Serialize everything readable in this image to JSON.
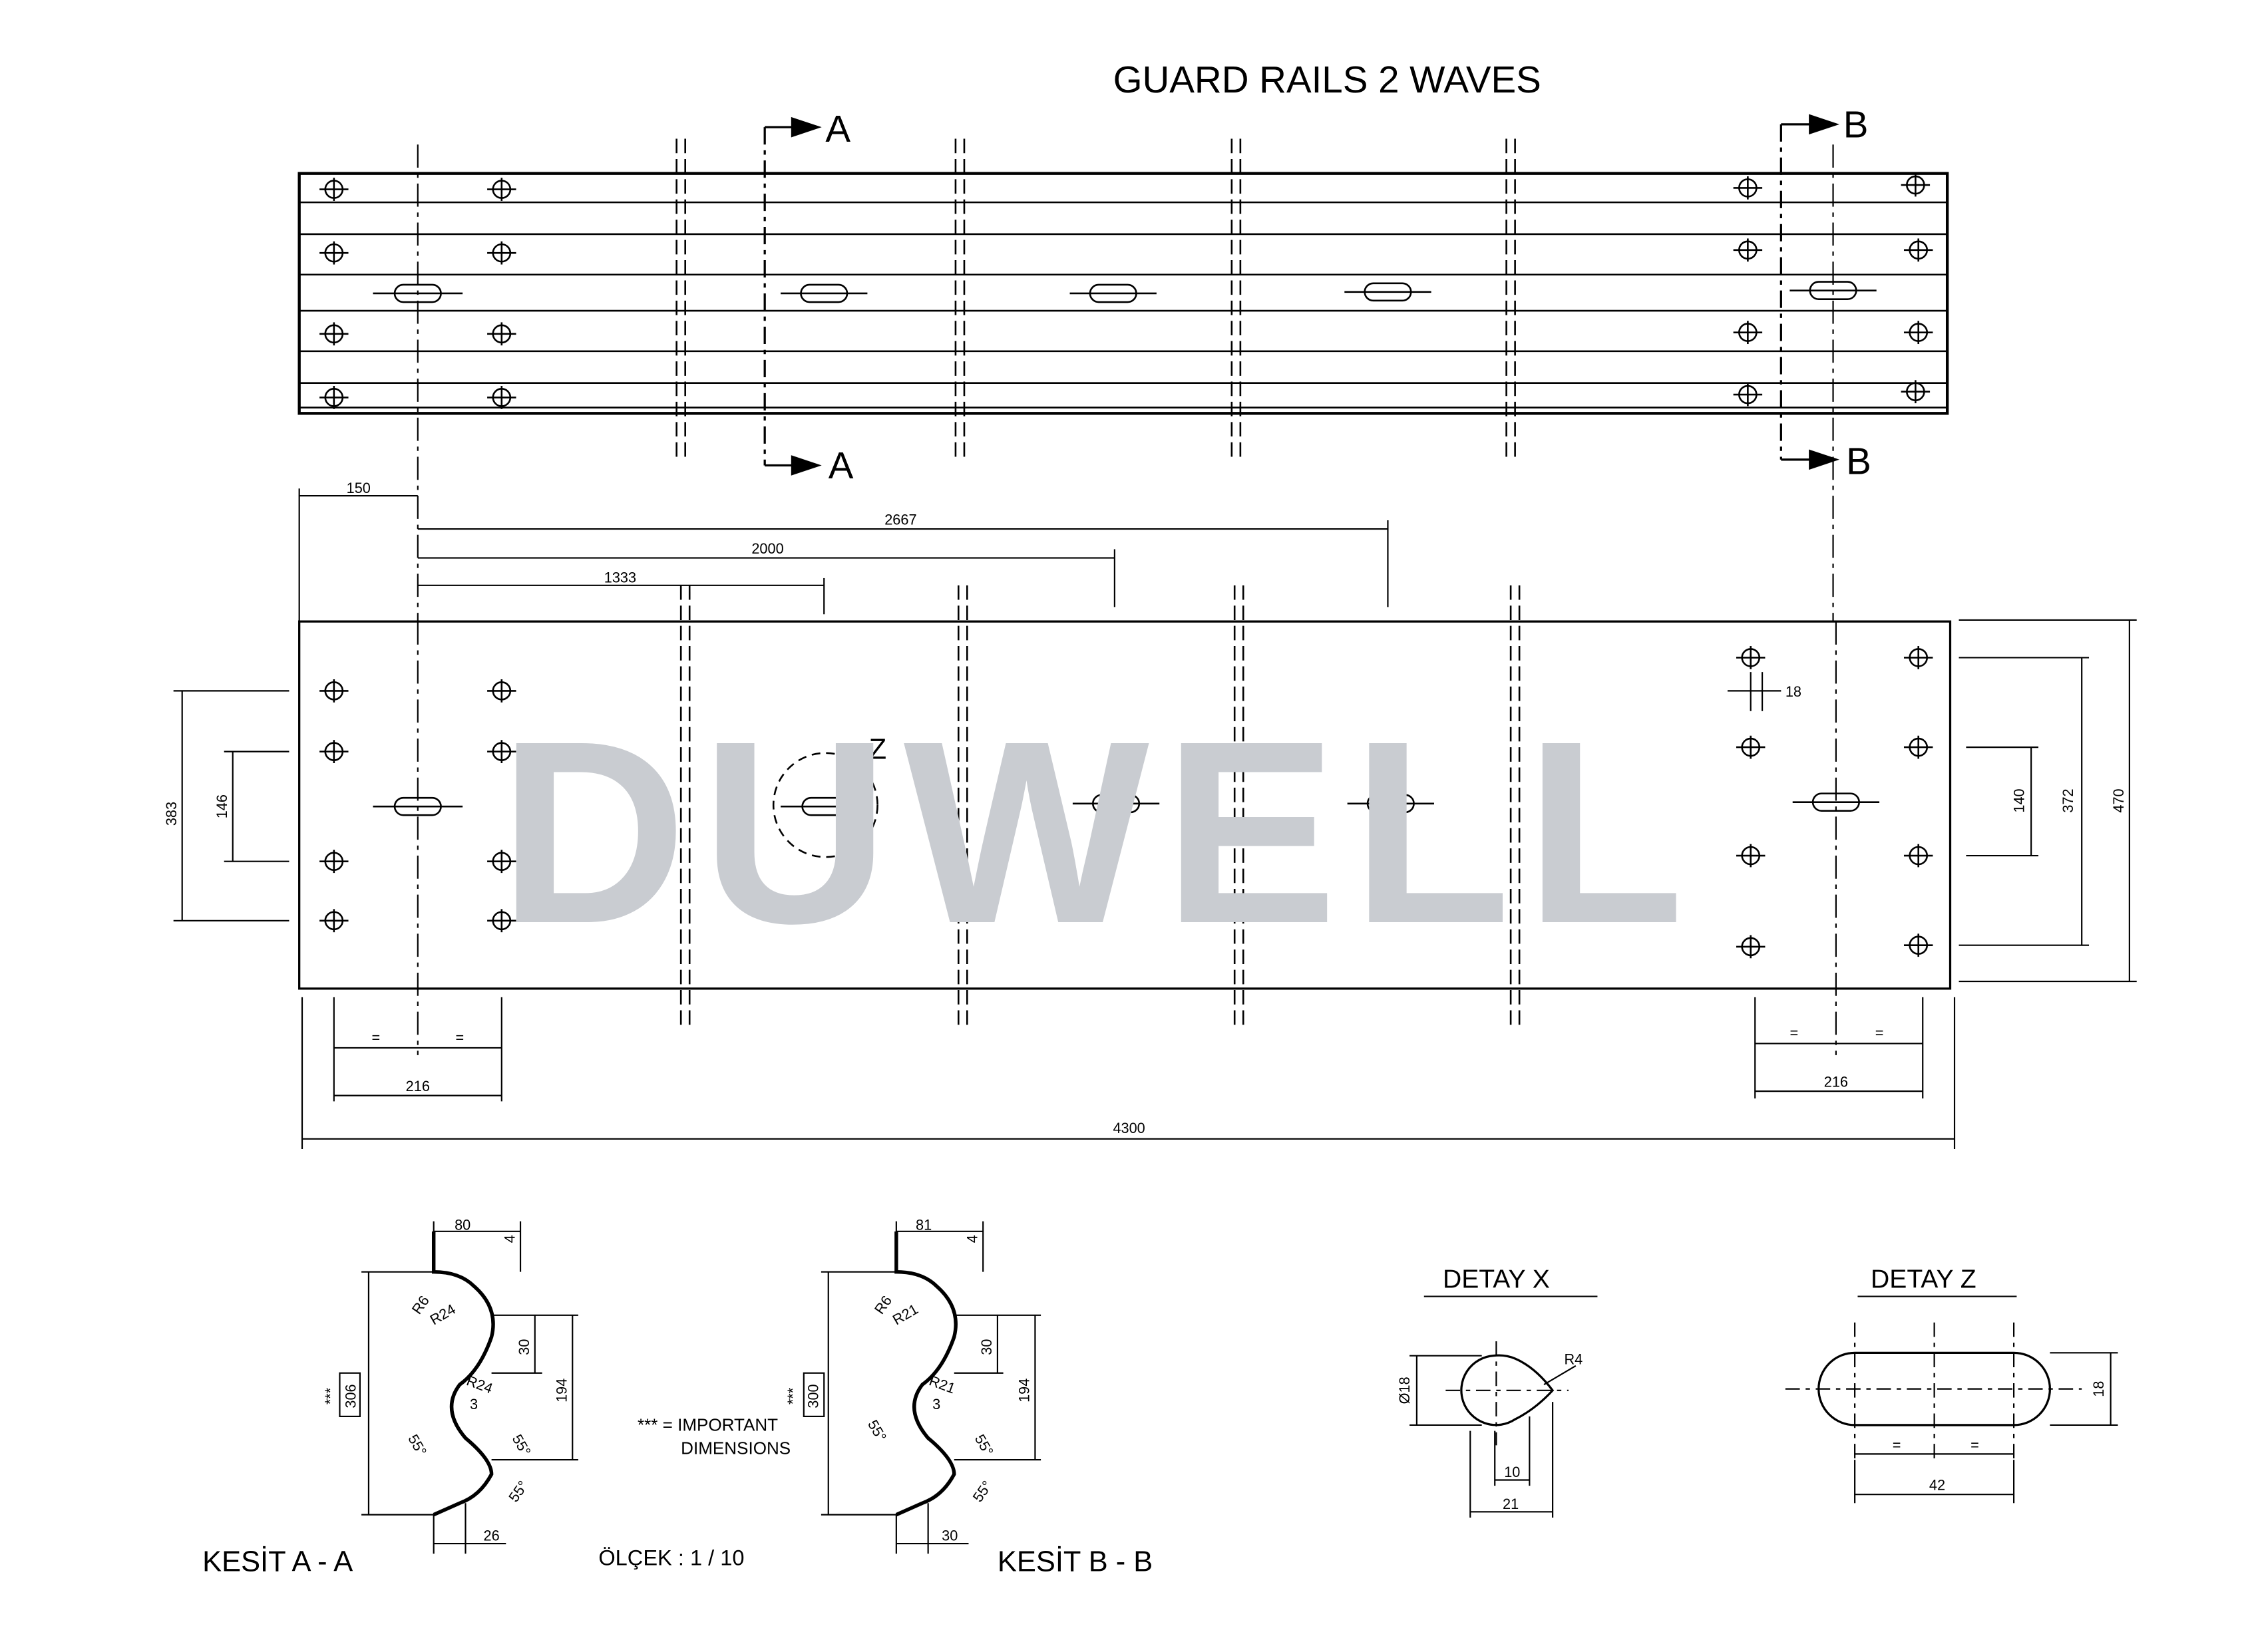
{
  "title": "GUARD RAILS 2 WAVES",
  "watermark": "DUWELL",
  "section_marks": {
    "a": "A",
    "b": "B"
  },
  "detail_mark_z": "Z",
  "dimensions_plan": {
    "d150": "150",
    "d2667": "2667",
    "d2000": "2000",
    "d1333": "1333",
    "d383": "383",
    "d146": "146",
    "d18": "18",
    "d140": "140",
    "d372": "372",
    "d470": "470",
    "eq": "=",
    "d216_left": "216",
    "d216_right": "216",
    "d4300": "4300"
  },
  "section_aa": {
    "caption": "KESİT  A - A",
    "d80": "80",
    "d4": "4",
    "r6": "R6",
    "r24a": "R24",
    "r24b": "R24",
    "d30": "30",
    "d194": "194",
    "d306": "306",
    "stars": "***",
    "d3": "3",
    "a55a": "55°",
    "a55b": "55°",
    "a55c": "55°",
    "d26": "26"
  },
  "section_bb": {
    "caption": "KESİT  B - B",
    "d81": "81",
    "d4": "4",
    "r6": "R6",
    "r21a": "R21",
    "r21b": "R21",
    "d30": "30",
    "d194": "194",
    "d300": "300",
    "stars": "***",
    "d3": "3",
    "a55a": "55°",
    "a55b": "55°",
    "a55c": "55°",
    "d30b": "30"
  },
  "notes": {
    "important_line1": "*** = IMPORTANT",
    "important_line2": "DIMENSIONS",
    "scale": "ÖLÇEK : 1 / 10"
  },
  "detail_x": {
    "title": "DETAY  X",
    "d18": "Ø18",
    "r4": "R4",
    "d10": "10",
    "d21": "21"
  },
  "detail_z": {
    "title": "DETAY  Z",
    "d18": "18",
    "eq": "=",
    "d42": "42"
  }
}
